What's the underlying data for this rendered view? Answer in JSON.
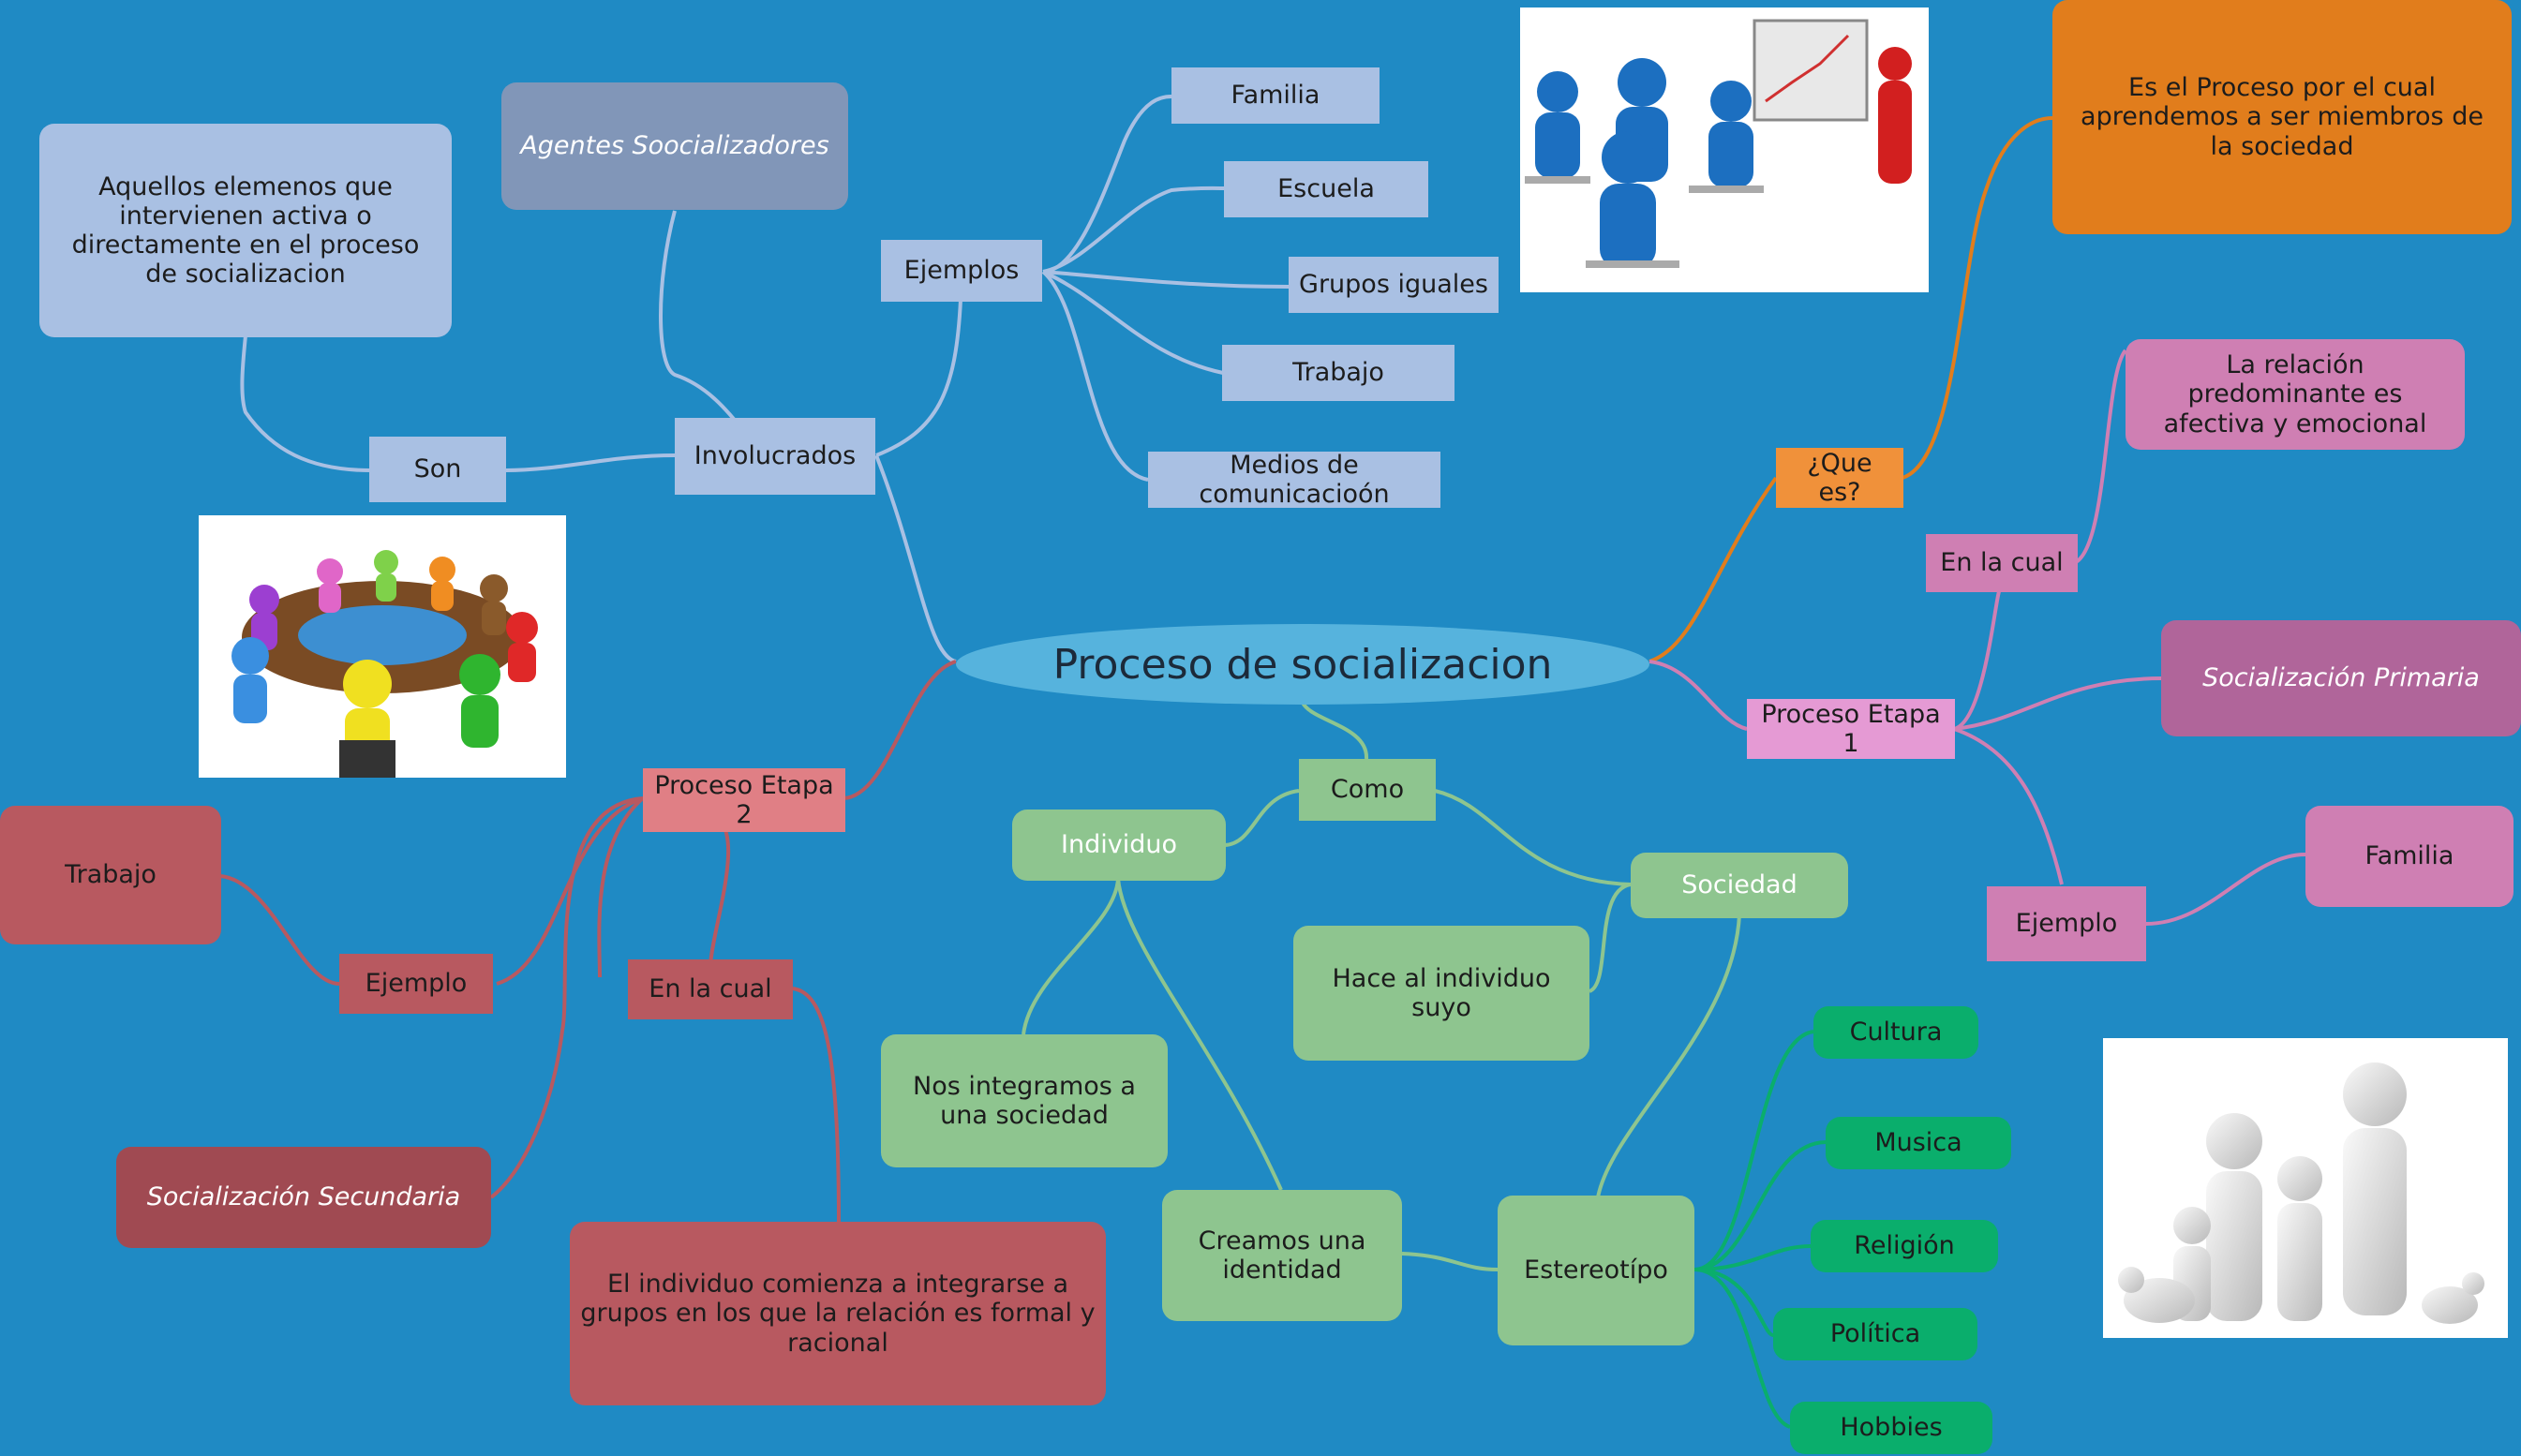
{
  "colors": {
    "background": "#1f8ac4",
    "blue_branch": "#a9c0e3",
    "orange_branch": "#e17d1c",
    "pink_branch": "#cf7fb3",
    "red_branch": "#b85960",
    "green_branch": "#8ec58f",
    "teal_branch": "#0aae6c"
  },
  "center": "Proceso de socializacion",
  "involucrados": {
    "label": "Involucrados",
    "agentes": "Agentes Soocializadores",
    "son": "Son",
    "definicion": "Aquellos elemenos que intervienen activa o directamente en el proceso de socializacion",
    "ejemplos": "Ejemplos",
    "items": [
      "Familia",
      "Escuela",
      "Grupos iguales",
      "Trabajo",
      "Medios de comunicacioón"
    ]
  },
  "que_es": {
    "label": "¿Que es?",
    "definicion": "Es el Proceso por el cual aprendemos a ser miembros de la sociedad"
  },
  "etapa1": {
    "label": "Proceso Etapa 1",
    "en_la_cual": "En la cual",
    "relacion": "La relación predominante es afectiva y emocional",
    "tipo": "Socialización Primaria",
    "ejemplo": "Ejemplo",
    "familia": "Familia"
  },
  "etapa2": {
    "label": "Proceso Etapa 2",
    "ejemplo": "Ejemplo",
    "trabajo": "Trabajo",
    "tipo": "Socialización Secundaria",
    "en_la_cual": "En la cual",
    "relacion": "El individuo comienza a integrarse a grupos en los que la relación es formal y racional"
  },
  "como": {
    "label": "Como",
    "individuo": "Individuo",
    "sociedad": "Sociedad",
    "integramos": "Nos integramos a una sociedad",
    "identidad": "Creamos una identidad",
    "hace_suyo": "Hace al individuo suyo",
    "estereotipo": "Estereotípo",
    "estereotipos": [
      "Cultura",
      "Musica",
      "Religión",
      "Política",
      "Hobbies"
    ]
  },
  "images": [
    "team-meeting-illustration",
    "classroom-presentation-illustration",
    "family-figures-illustration"
  ]
}
